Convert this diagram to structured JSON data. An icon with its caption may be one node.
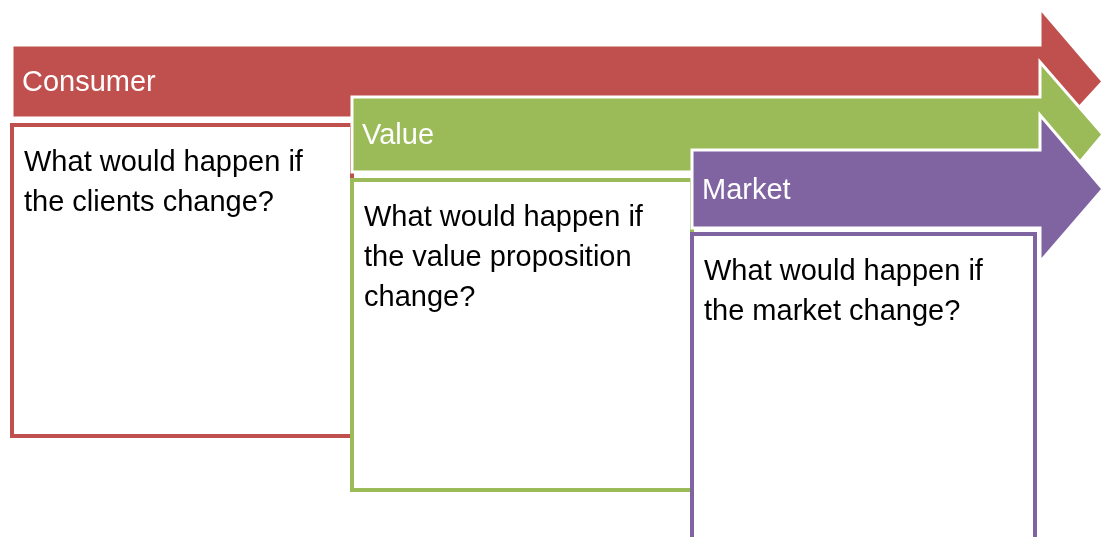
{
  "diagram": {
    "nodes": [
      {
        "text": [
          "Consumer"
        ]
      },
      {
        "text": [
          "What would happen if the clients change?"
        ]
      },
      {
        "text": [
          "Value"
        ]
      },
      {
        "text": [
          "What would happen if the value proposition change?"
        ]
      },
      {
        "text": [
          "Market"
        ]
      },
      {
        "text": [
          "What would happen if the market change?"
        ]
      }
    ]
  }
}
